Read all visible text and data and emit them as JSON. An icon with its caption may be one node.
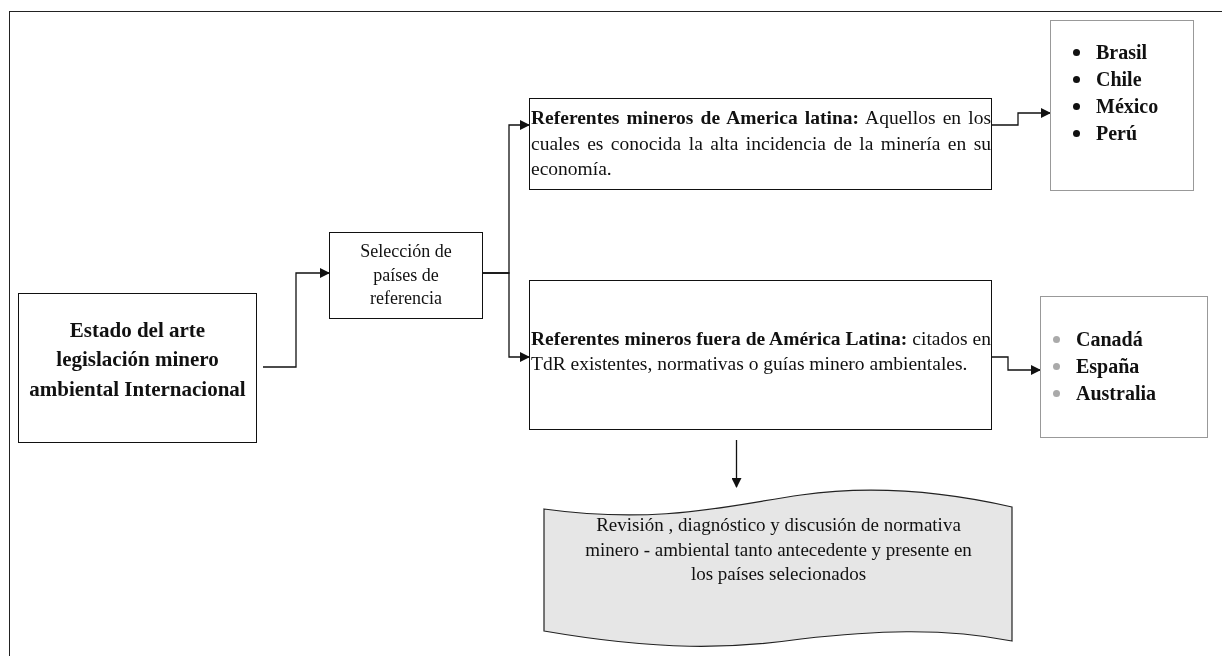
{
  "diagram": {
    "nodes": [
      {
        "text": [
          "Estado del arte legislación minero ambiental Internacional"
        ]
      },
      {
        "text": [
          "Selección de países de referencia"
        ]
      },
      {
        "text": [
          "**Referentes mineros de America latina:** Aquellos en los cuales es conocida la alta incidencia de la minería en su economía."
        ]
      },
      {
        "text": [
          "**Referentes mineros fuera de América Latina:** citados en TdR existentes, normativas o guías minero ambientales."
        ]
      },
      {
        "text": [
          "Brasil",
          "Chile",
          "México",
          "Perú"
        ]
      },
      {
        "text": [
          "Canadá",
          "España",
          "Australia"
        ]
      },
      {
        "text": [
          "Revisión , diagnóstico y discusión de normativa minero - ambiental tanto antecedente y presente en los países selecionados"
        ]
      }
    ],
    "edges": [
      {
        "from": 0,
        "to": 1,
        "arrow": "to"
      },
      {
        "from": 1,
        "to": 2,
        "arrow": "to"
      },
      {
        "from": 1,
        "to": 3,
        "arrow": "to"
      },
      {
        "from": 2,
        "to": 4,
        "arrow": "to"
      },
      {
        "from": 3,
        "to": 5,
        "arrow": "to"
      },
      {
        "from": 3,
        "to": 6,
        "arrow": "to"
      }
    ]
  }
}
